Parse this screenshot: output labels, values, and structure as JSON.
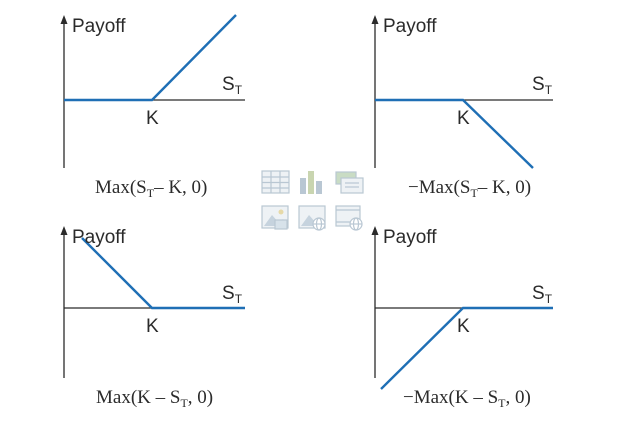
{
  "colors": {
    "axis": "#2b2b2b",
    "payoff_line": "#1f6fb5",
    "placeholder_icons": "#b9c7d3"
  },
  "labels": {
    "payoff": "Payoff",
    "strike": "K",
    "price_base": "S",
    "price_sub": "T"
  },
  "formulas": {
    "long_call": {
      "pre": "Max(S",
      "sub": "T",
      "post": "– K, 0)"
    },
    "short_call": {
      "pre": "−Max(S",
      "sub": "T",
      "post": "– K, 0)"
    },
    "long_put": {
      "pre": "Max(K – S",
      "sub": "T",
      "post": ", 0)"
    },
    "short_put": {
      "pre": "−Max(K – S",
      "sub": "T",
      "post": ", 0)"
    }
  },
  "placeholder_icons": [
    "table-icon",
    "chart-icon",
    "smartart-icon",
    "picture-icon",
    "online-picture-icon",
    "video-icon"
  ]
}
